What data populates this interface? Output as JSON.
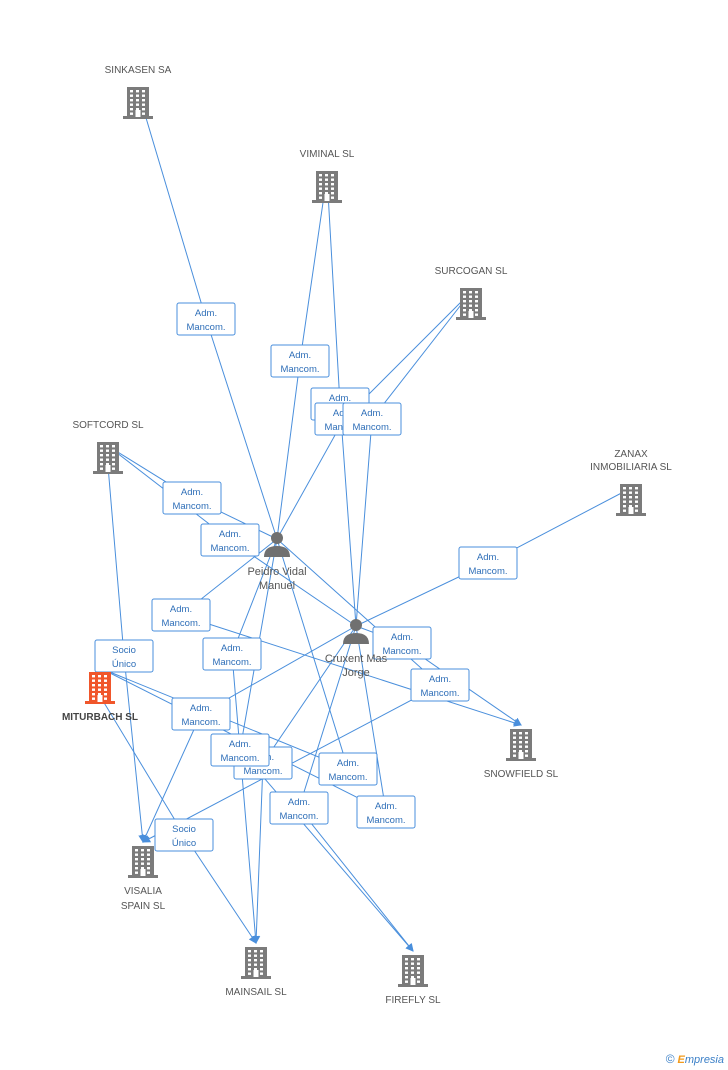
{
  "companies": [
    {
      "id": "sinkasen",
      "lines": [
        "SINKASEN SA"
      ],
      "highlight": false
    },
    {
      "id": "viminal",
      "lines": [
        "VIMINAL SL"
      ],
      "highlight": false
    },
    {
      "id": "surcogan",
      "lines": [
        "SURCOGAN SL"
      ],
      "highlight": false
    },
    {
      "id": "softcord",
      "lines": [
        "SOFTCORD SL"
      ],
      "highlight": false
    },
    {
      "id": "zanax",
      "lines": [
        "ZANAX",
        "INMOBILIARIA SL"
      ],
      "highlight": false
    },
    {
      "id": "miturbach",
      "lines": [
        "MITURBACH SL"
      ],
      "highlight": true
    },
    {
      "id": "snowfield",
      "lines": [
        "SNOWFIELD SL"
      ],
      "highlight": false
    },
    {
      "id": "visalia",
      "lines": [
        "VISALIA",
        "SPAIN SL"
      ],
      "highlight": false
    },
    {
      "id": "mainsail",
      "lines": [
        "MAINSAIL SL"
      ],
      "highlight": false
    },
    {
      "id": "firefly",
      "lines": [
        "FIREFLY SL"
      ],
      "highlight": false
    }
  ],
  "persons": [
    {
      "id": "peidro",
      "lines": [
        "Peidro Vidal",
        "Manuel"
      ]
    },
    {
      "id": "cruxent",
      "lines": [
        "Cruxent Mas",
        "Jorge"
      ]
    }
  ],
  "edges": [
    {
      "from": "peidro",
      "to": "sinkasen",
      "lines": [
        "Adm.",
        "Mancom."
      ]
    },
    {
      "from": "peidro",
      "to": "viminal",
      "lines": [
        "Adm.",
        "Mancom."
      ]
    },
    {
      "from": "cruxent",
      "to": "viminal",
      "lines": [
        "Adm.",
        "Mancom."
      ]
    },
    {
      "from": "peidro",
      "to": "surcogan",
      "lines": [
        "Adm.",
        "Mancom."
      ]
    },
    {
      "from": "cruxent",
      "to": "surcogan",
      "lines": [
        "Adm.",
        "Mancom."
      ]
    },
    {
      "from": "peidro",
      "to": "softcord",
      "lines": [
        "Adm.",
        "Mancom."
      ]
    },
    {
      "from": "cruxent",
      "to": "softcord",
      "lines": [
        "Adm.",
        "Mancom."
      ]
    },
    {
      "from": "cruxent",
      "to": "zanax",
      "lines": [
        "Adm.",
        "Mancom."
      ]
    },
    {
      "from": "peidro",
      "to": "snowfield",
      "lines": [
        "Adm.",
        "Mancom."
      ]
    },
    {
      "from": "cruxent",
      "to": "snowfield",
      "lines": [
        "Adm.",
        "Mancom."
      ]
    },
    {
      "from": "peidro",
      "to": "visalia",
      "lines": [
        "Adm.",
        "Mancom."
      ]
    },
    {
      "from": "cruxent",
      "to": "visalia",
      "lines": [
        "Adm.",
        "Mancom."
      ]
    },
    {
      "from": "peidro",
      "to": "mainsail",
      "lines": [
        "Adm.",
        "Mancom."
      ]
    },
    {
      "from": "cruxent",
      "to": "mainsail",
      "lines": [
        "Adm.",
        "Mancom."
      ]
    },
    {
      "from": "peidro",
      "to": "firefly",
      "lines": [
        "Adm.",
        "Mancom."
      ]
    },
    {
      "from": "cruxent",
      "to": "firefly",
      "lines": [
        "Adm.",
        "Mancom."
      ]
    },
    {
      "from": "peidro",
      "to": "miturbach",
      "lines": [
        "Adm.",
        "Mancom."
      ]
    },
    {
      "from": "cruxent",
      "to": "miturbach",
      "lines": [
        "Adm.",
        "Mancom."
      ]
    },
    {
      "from": "softcord",
      "to": "visalia",
      "lines": [
        "Socio",
        "Único"
      ]
    },
    {
      "from": "miturbach",
      "to": "mainsail",
      "lines": [
        "Socio",
        "Único"
      ]
    }
  ],
  "watermark": {
    "symbol": "©",
    "brand_initial": "E",
    "brand_rest": "mpresia"
  },
  "colors": {
    "company_icon": "#7b7b7b",
    "highlight_icon": "#f0562b",
    "person_icon": "#707070",
    "edge": "#4a8fdc",
    "edge_text": "#2f6fb8"
  }
}
